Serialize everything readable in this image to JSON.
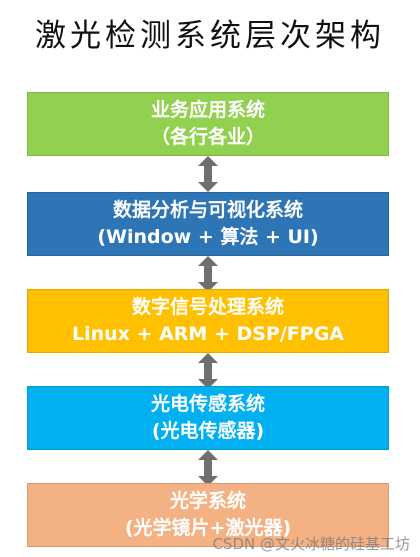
{
  "title": "激光检测系统层次架构",
  "layers": [
    {
      "line1": "业务应用系统",
      "line2": "（各行各业）",
      "color": "#92d050"
    },
    {
      "line1": "数据分析与可视化系统",
      "line2": "(Window + 算法 + UI)",
      "color": "#2e75b6"
    },
    {
      "line1": "数字信号处理系统",
      "line2": "Linux + ARM + DSP/FPGA",
      "color": "#ffc000"
    },
    {
      "line1": "光电传感系统",
      "line2": "(光电传感器)",
      "color": "#00b0f0"
    },
    {
      "line1": "光学系统",
      "line2": "(光学镜片+激光器)",
      "color": "#f4b183"
    }
  ],
  "connector_color": "#6f6f6f",
  "watermark": "CSDN @文火冰糖的硅基工坊"
}
